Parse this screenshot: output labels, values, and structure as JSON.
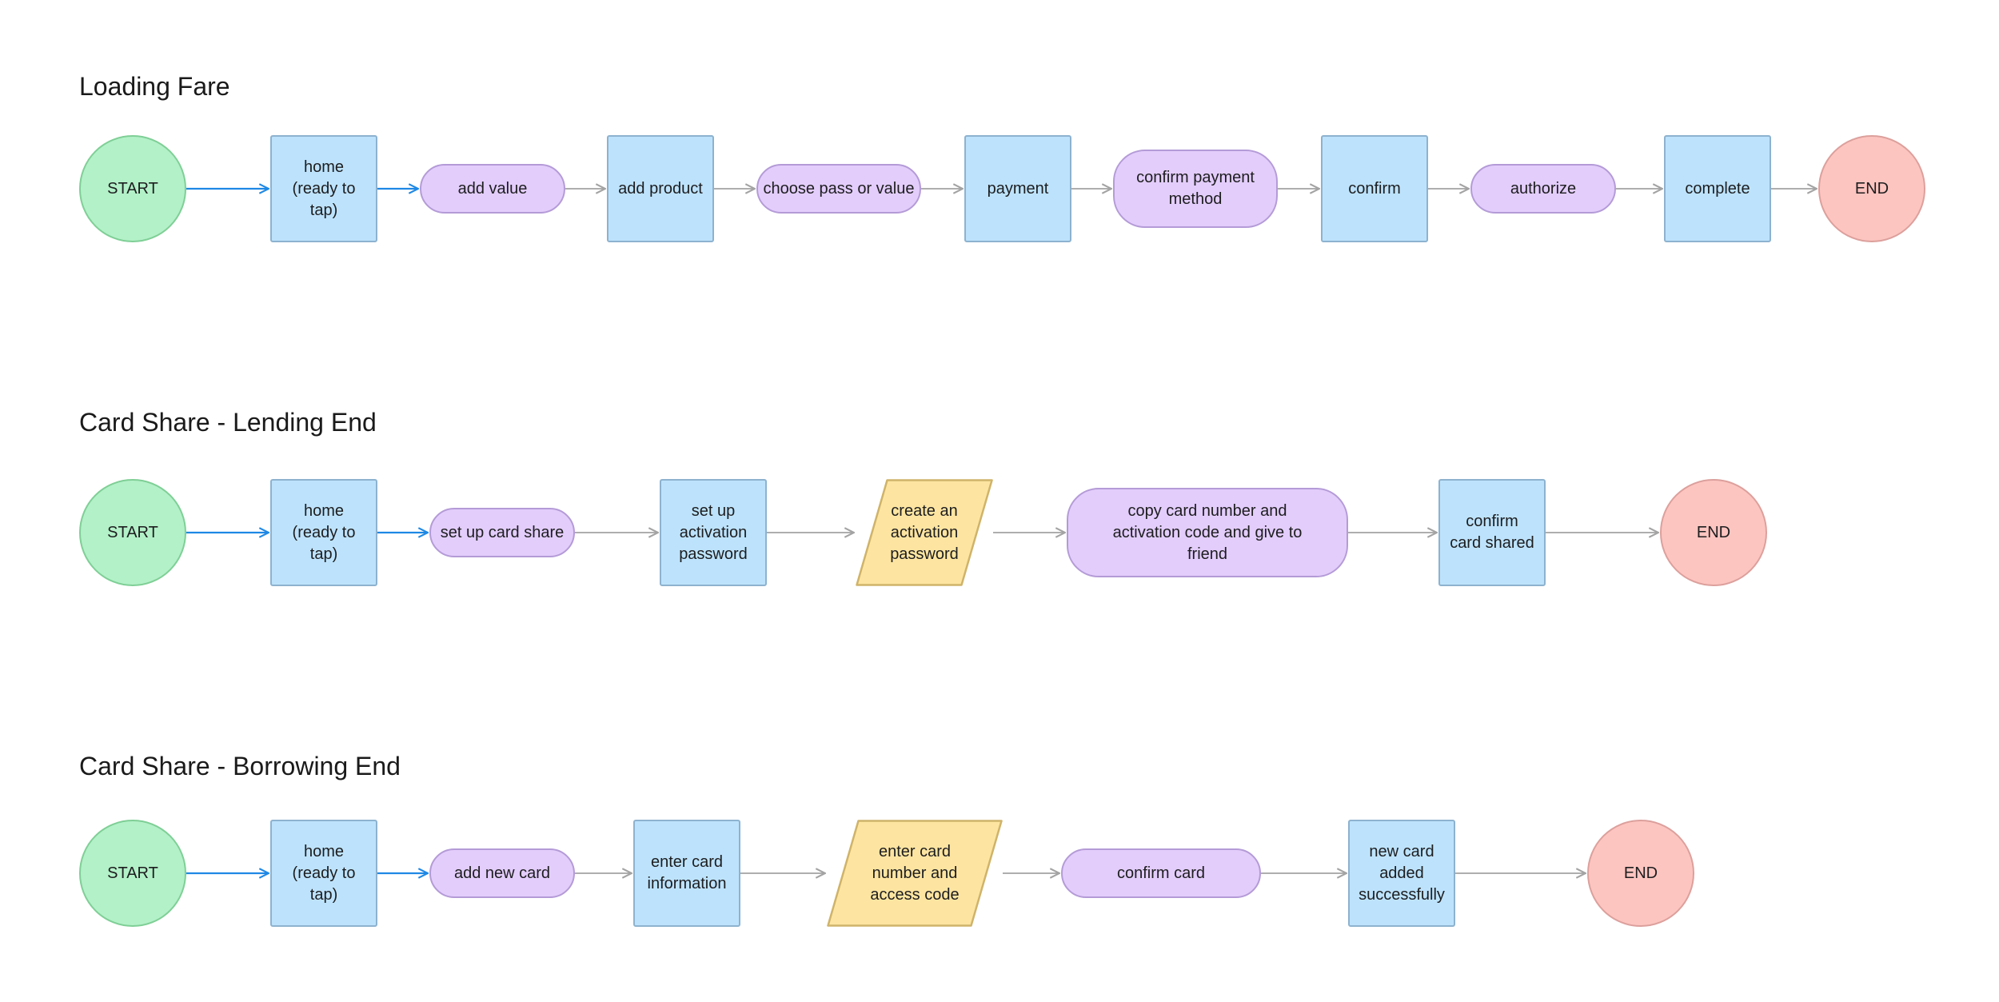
{
  "colors": {
    "start_fill": "#b3f1c8",
    "end_fill": "#fdc5c0",
    "screen_fill": "#bde3fc",
    "action_fill": "#e3cdfb",
    "io_fill": "#fde5a1",
    "io_stroke": "#cfb36a",
    "blue_arrow": "#1e88e5",
    "gray_arrow": "#a3a3a3"
  },
  "flows": [
    {
      "title": "Loading Fare",
      "nodes": [
        {
          "id": "start",
          "type": "start",
          "label": "START"
        },
        {
          "id": "home",
          "type": "screen",
          "label": "home (ready to tap)"
        },
        {
          "id": "add-value",
          "type": "action",
          "label": "add value"
        },
        {
          "id": "add-product",
          "type": "screen",
          "label": "add product"
        },
        {
          "id": "choose-pass-or-value",
          "type": "action",
          "label": "choose pass or value"
        },
        {
          "id": "payment",
          "type": "screen",
          "label": "payment"
        },
        {
          "id": "confirm-payment-method",
          "type": "action",
          "label": "confirm payment method"
        },
        {
          "id": "confirm",
          "type": "screen",
          "label": "confirm"
        },
        {
          "id": "authorize",
          "type": "action",
          "label": "authorize"
        },
        {
          "id": "complete",
          "type": "screen",
          "label": "complete"
        },
        {
          "id": "end",
          "type": "end",
          "label": "END"
        }
      ]
    },
    {
      "title": "Card Share - Lending End",
      "nodes": [
        {
          "id": "start",
          "type": "start",
          "label": "START"
        },
        {
          "id": "home",
          "type": "screen",
          "label": "home (ready to tap)"
        },
        {
          "id": "set-up-card-share",
          "type": "action",
          "label": "set up card share"
        },
        {
          "id": "set-up-activation-password",
          "type": "screen",
          "label": "set up activation password"
        },
        {
          "id": "create-activation-password",
          "type": "io",
          "label": "create an activation password"
        },
        {
          "id": "copy-card-number",
          "type": "action",
          "label": "copy card number and activation code and give to friend"
        },
        {
          "id": "confirm-card-shared",
          "type": "screen",
          "label": "confirm card shared"
        },
        {
          "id": "end",
          "type": "end",
          "label": "END"
        }
      ]
    },
    {
      "title": "Card Share - Borrowing End",
      "nodes": [
        {
          "id": "start",
          "type": "start",
          "label": "START"
        },
        {
          "id": "home",
          "type": "screen",
          "label": "home (ready to tap)"
        },
        {
          "id": "add-new-card",
          "type": "action",
          "label": "add new card"
        },
        {
          "id": "enter-card-information",
          "type": "screen",
          "label": "enter card information"
        },
        {
          "id": "enter-card-number-access-code",
          "type": "io",
          "label": "enter card number and access code"
        },
        {
          "id": "confirm-card",
          "type": "action",
          "label": "confirm card"
        },
        {
          "id": "new-card-added",
          "type": "screen",
          "label": "new card added successfully"
        },
        {
          "id": "end",
          "type": "end",
          "label": "END"
        }
      ]
    }
  ]
}
